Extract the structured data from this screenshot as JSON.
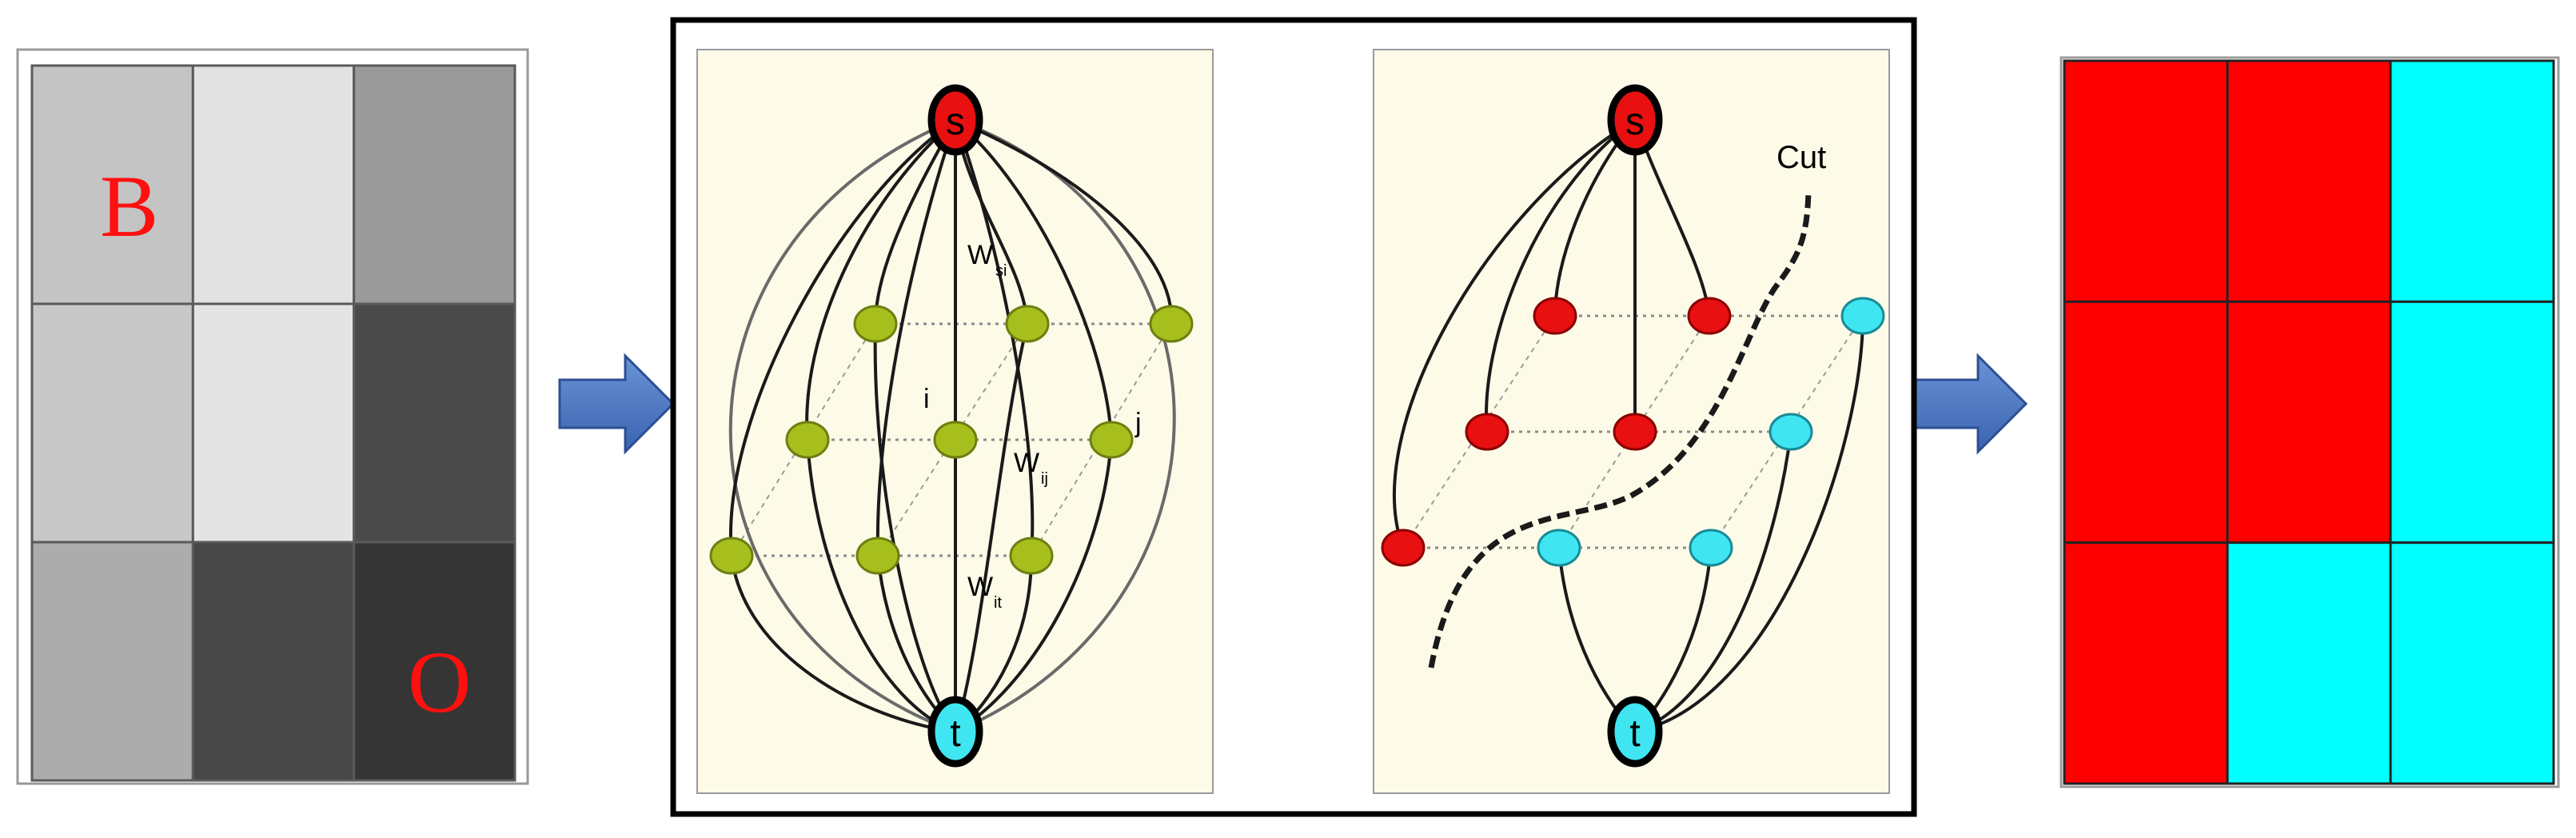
{
  "panels": {
    "input_grid": {
      "label_b": "B",
      "label_o": "O",
      "cells": [
        [
          "#c4c4c4",
          "#e2e2e2",
          "#9a9a9a"
        ],
        [
          "#c8c8c8",
          "#e4e4e4",
          "#4a4a4a"
        ],
        [
          "#acacac",
          "#474747",
          "#353535"
        ]
      ]
    },
    "graph": {
      "source_label": "s",
      "sink_label": "t",
      "w_si": "W",
      "w_si_sub": "si",
      "w_ij": "W",
      "w_ij_sub": "ij",
      "w_it": "W",
      "w_it_sub": "it",
      "node_i": "i",
      "node_j": "j"
    },
    "cut_graph": {
      "source_label": "s",
      "sink_label": "t",
      "cut_label": "Cut"
    },
    "output_grid": {
      "cells": [
        [
          "red",
          "red",
          "cyan"
        ],
        [
          "red",
          "red",
          "cyan"
        ],
        [
          "red",
          "cyan",
          "cyan"
        ]
      ]
    }
  },
  "colors": {
    "red": "#ff0000",
    "cyan": "#00ffff",
    "green_node": "#a6bf1d",
    "red_node": "#e81010",
    "cyan_node": "#3fe6f2",
    "panel_bg": "#fdfbe8",
    "arrow": "#4472c4"
  }
}
